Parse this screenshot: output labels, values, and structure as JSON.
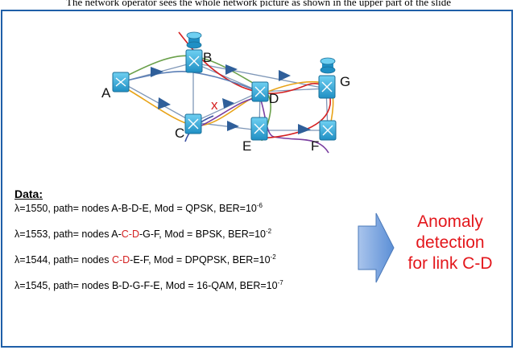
{
  "header_text": "The network operator sees the whole network picture as shown in the upper part of the slide",
  "nodes": [
    {
      "id": "A",
      "label": "A"
    },
    {
      "id": "B",
      "label": "B"
    },
    {
      "id": "C",
      "label": "C"
    },
    {
      "id": "D",
      "label": "D"
    },
    {
      "id": "E",
      "label": "E"
    },
    {
      "id": "F",
      "label": "F"
    },
    {
      "id": "G",
      "label": "G"
    }
  ],
  "failure_marker": "x",
  "data": {
    "heading": "Data:",
    "records": [
      {
        "lambda": "λ=1550",
        "path_prefix": ", path= nodes ",
        "path_parts": [
          "A-B-D-E"
        ],
        "mod": ", Mod = QPSK",
        "ber_base": ", BER=10",
        "ber_exp": "-6"
      },
      {
        "lambda": "λ=1553",
        "path_prefix": ", path= nodes ",
        "path_parts": [
          "A-",
          "C-D",
          "-G-F"
        ],
        "mod": ", Mod = BPSK",
        "ber_base": ", BER=10",
        "ber_exp": "-2"
      },
      {
        "lambda": "λ=1544",
        "path_prefix": ", path= nodes ",
        "path_parts": [
          "C-D",
          "-E-F"
        ],
        "mod": ", Mod = DPQPSK",
        "ber_base": ", BER=10",
        "ber_exp": "-2"
      },
      {
        "lambda": "λ=1545",
        "path_prefix": ", path= nodes ",
        "path_parts": [
          "B-D-G-F-E"
        ],
        "mod": ", Mod = 16-QAM",
        "ber_base": ", BER=10",
        "ber_exp": "-7"
      }
    ]
  },
  "anomaly": {
    "line1": "Anomaly",
    "line2": "detection",
    "line3": "for link C-D"
  },
  "colors": {
    "frame": "#1f5fa8",
    "switch": "#2aa7d8",
    "arrow": "#2f5f9a",
    "highlight": "#d42020",
    "anomaly_text": "#e3171c"
  },
  "icons": [
    "switch-icon",
    "router-icon",
    "link-arrow-icon",
    "failure-x-icon",
    "block-arrow-right-icon"
  ]
}
